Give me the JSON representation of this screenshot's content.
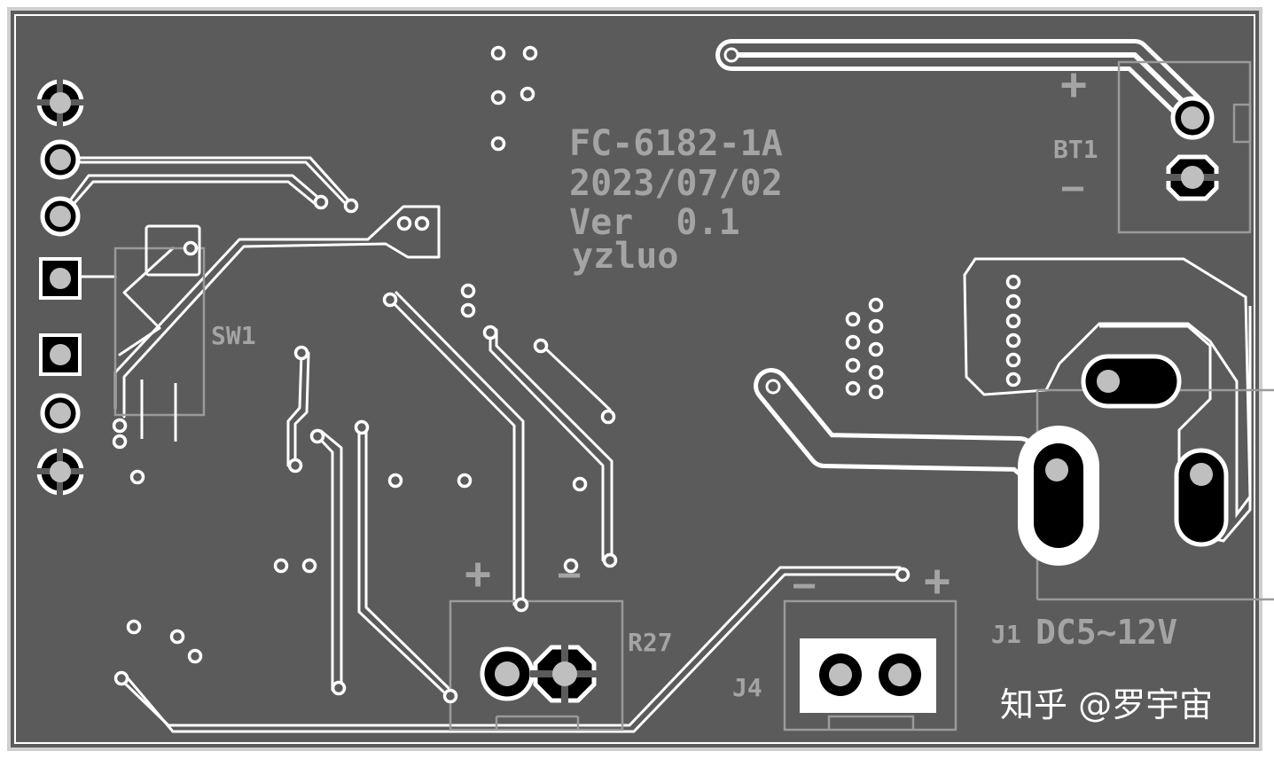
{
  "colors": {
    "board": "#5b5b5b",
    "copper_outline": "#ffffff",
    "silkscreen": "#a4a4a4",
    "pad_fill": "#000000",
    "hole": "#bfbfbf"
  },
  "board_info": {
    "part_number": "FC-6182-1A",
    "date": "2023/07/02",
    "version": "Ver  0.1",
    "author": "yzluo"
  },
  "components": {
    "sw1": "SW1",
    "bt1": "BT1",
    "bt1_plus": "+",
    "bt1_minus": "—",
    "r27": "R27",
    "r27_plus": "+",
    "r27_minus": "—",
    "j4": "J4",
    "j4_plus": "+",
    "j4_minus": "—",
    "j1": "J1",
    "j1_rating": "DC5~12V"
  },
  "watermark": "知乎 @罗宇宙"
}
